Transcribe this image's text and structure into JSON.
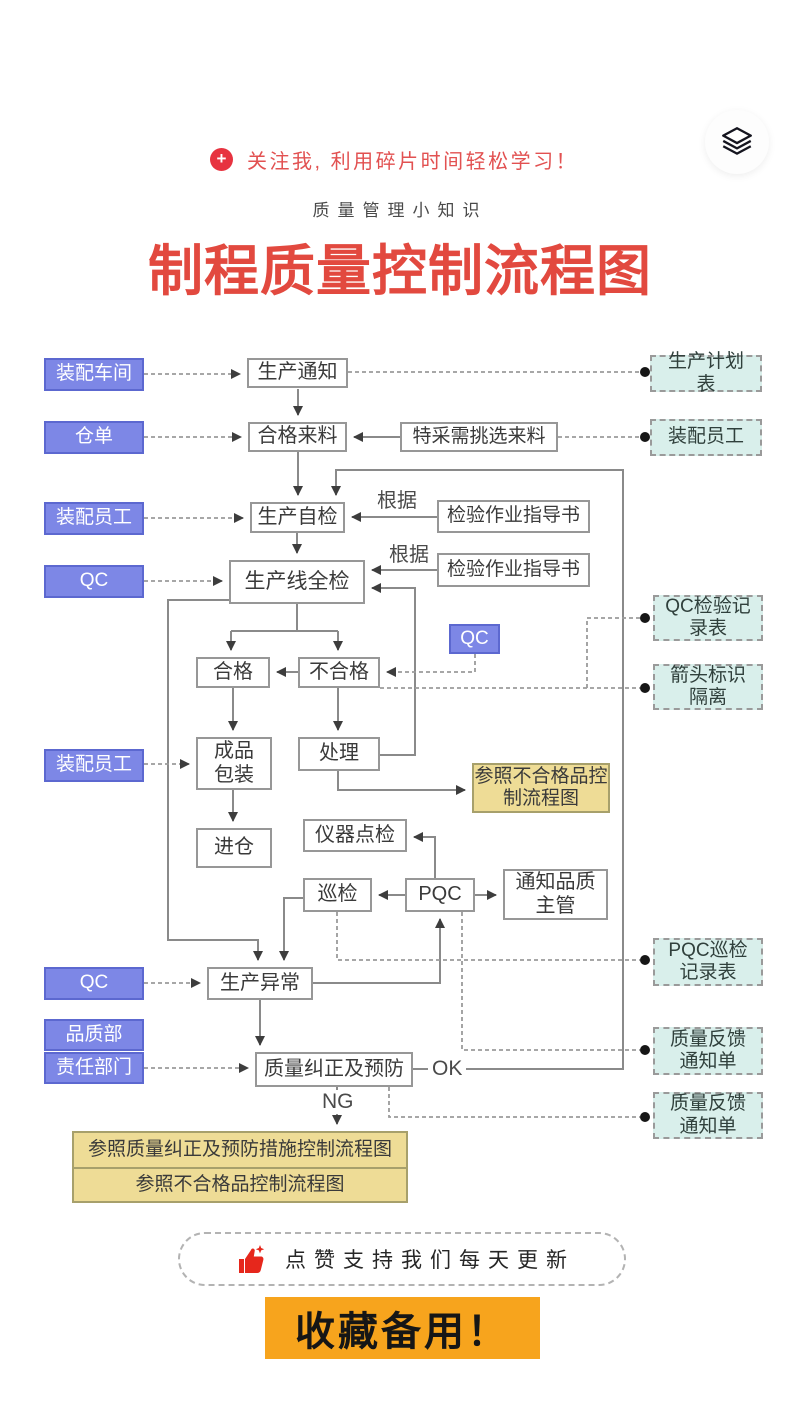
{
  "header": {
    "follow_icon_plus": "+",
    "follow_text": "关注我, 利用碎片时间轻松学习！",
    "subtitle": "质量管理小知识",
    "title": "制程质量控制流程图",
    "layers_icon": "layers-icon"
  },
  "colors": {
    "title_red": "#e2493f",
    "role_blue": "#7d87e6",
    "doc_teal": "#d9efeb",
    "ref_yellow": "#eedc96",
    "banner_orange": "#f7a41d",
    "line_gray": "#8a8a8a"
  },
  "nodes": {
    "assembly_workshop": "装配车间",
    "warehouse_slip": "仓单",
    "assembly_staff_1": "装配员工",
    "qc_1": "QC",
    "assembly_staff_2": "装配员工",
    "qc_2": "QC",
    "quality_dept": "品质部",
    "responsible_dept": "责任部门",
    "qc_mid": "QC",
    "production_notice": "生产通知",
    "qualified_incoming": "合格来料",
    "special_sorting": "特采需挑选来料",
    "self_inspection": "生产自检",
    "work_instruction_1": "检验作业指导书",
    "work_instruction_2": "检验作业指导书",
    "full_inspection": "生产线全检",
    "pass": "合格",
    "fail": "不合格",
    "packing": "成品包装",
    "handle": "处理",
    "warehousing": "进仓",
    "instrument_check": "仪器点检",
    "patrol": "巡检",
    "pqc": "PQC",
    "notify_supervisor": "通知品质主管",
    "abnormal": "生产异常",
    "correction": "质量纠正及预防",
    "production_plan": "生产计划表",
    "assembly_staff_doc": "装配员工",
    "qc_record": "QC检验记录表",
    "arrow_mark_isolation": "箭头标识隔离",
    "pqc_record": "PQC巡检记录表",
    "feedback_note_1": "质量反馈通知单",
    "feedback_note_2": "质量反馈通知单",
    "ref_nonconforming": "参照不合格品控制流程图",
    "ref_correction_measures": "参照质量纠正及预防措施控制流程图",
    "ref_nonconforming_2": "参照不合格品控制流程图"
  },
  "labels": {
    "genju_1": "根据",
    "genju_2": "根据",
    "ok": "OK",
    "ng": "NG"
  },
  "footer": {
    "like_text": "点赞支持我们每天更新",
    "banner_text": "收藏备用！"
  }
}
